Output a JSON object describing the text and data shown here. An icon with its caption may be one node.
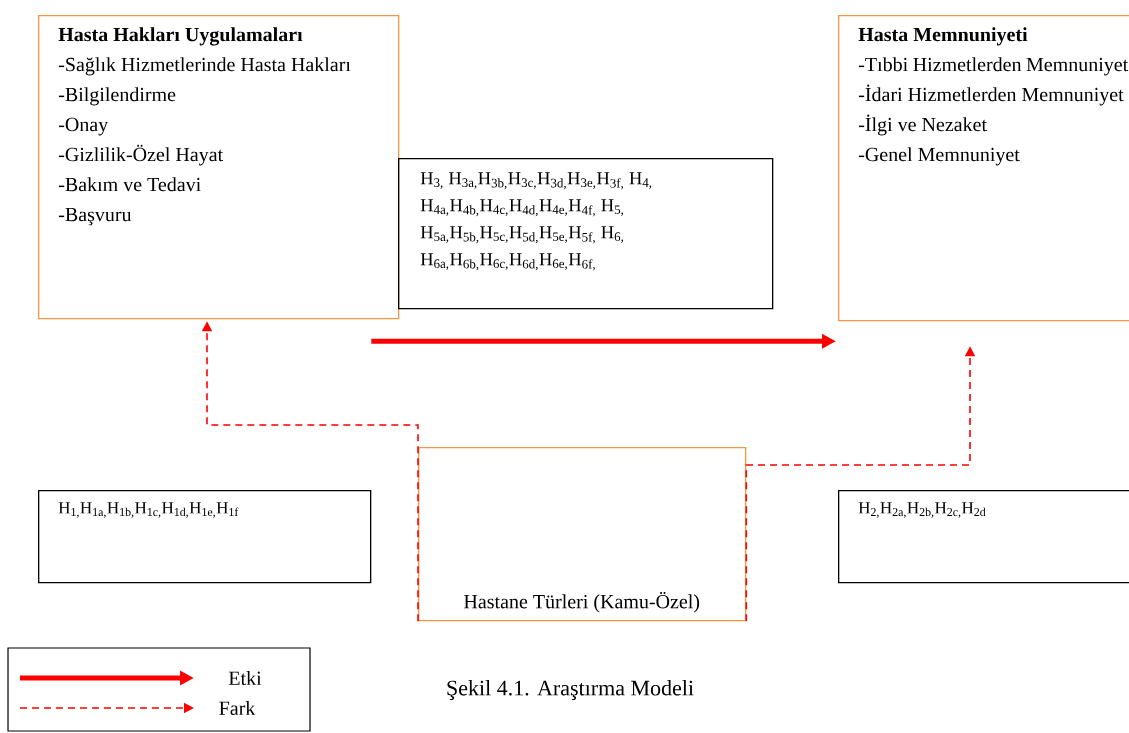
{
  "diagram": {
    "caption": "Şekil 4.1. Araştırma Modeli",
    "nodes": [
      {
        "text": [
          "Hasta Hakları Uygulamaları",
          "-Sağlık Hizmetlerinde Hasta Hakları",
          "-Bilgilendirme",
          "-Onay",
          "-Gizlilik-Özel Hayat",
          "-Bakım ve Tedavi",
          "-Başvuru"
        ]
      },
      {
        "text": [
          "H$_{3,}$ H$_{3a,}$H$_{3b,}$H$_{3c,}$H$_{3d,}$H$_{3e,}$H$_{3f,}$ H$_{4,}$ H$_{4a,}$H$_{4b,}$H$_{4c,}$H$_{4d,}$H$_{4e,}$H$_{4f,}$ H$_{5,}$ H$_{5a,}$H$_{5b,}$H$_{5c,}$H$_{5d,}$H$_{5e,}$H$_{5f,}$ H$_{6,}$ H$_{6a,}$H$_{6b,}$H$_{6c,}$H$_{6d,}$H$_{6e,}$H$_{6f,}$"
        ]
      },
      {
        "text": [
          "Hasta Memnuniyeti",
          "-Tıbbi Hizmetlerden Memnuniyet",
          "-İdari Hizmetlerden Memnuniyet",
          "-İlgi ve Nezaket",
          "-Genel Memnuniyet"
        ]
      },
      {
        "text": [
          "H$_{1,}$H$_{1a,}$H$_{1b,}$H$_{1c,}$H$_{1d,}$H$_{1e,}$H$_{1f}$"
        ]
      },
      {
        "text": [
          "Hastane Türleri (Kamu-Özel)"
        ]
      },
      {
        "text": [
          "H$_{2,}$H$_{2a,}$H$_{2b,}$H$_{2c,}$H$_{2d}$"
        ]
      }
    ],
    "edges": [
      {
        "from": 0,
        "to": 2,
        "arrow": "to",
        "style": "thick"
      },
      {
        "from": 4,
        "to": 0,
        "arrow": "to",
        "style": "dashed"
      },
      {
        "from": 4,
        "to": 2,
        "arrow": "to",
        "style": "dashed"
      }
    ],
    "legend": [
      {
        "text": "Etki"
      },
      {
        "text": "Fark"
      }
    ]
  }
}
